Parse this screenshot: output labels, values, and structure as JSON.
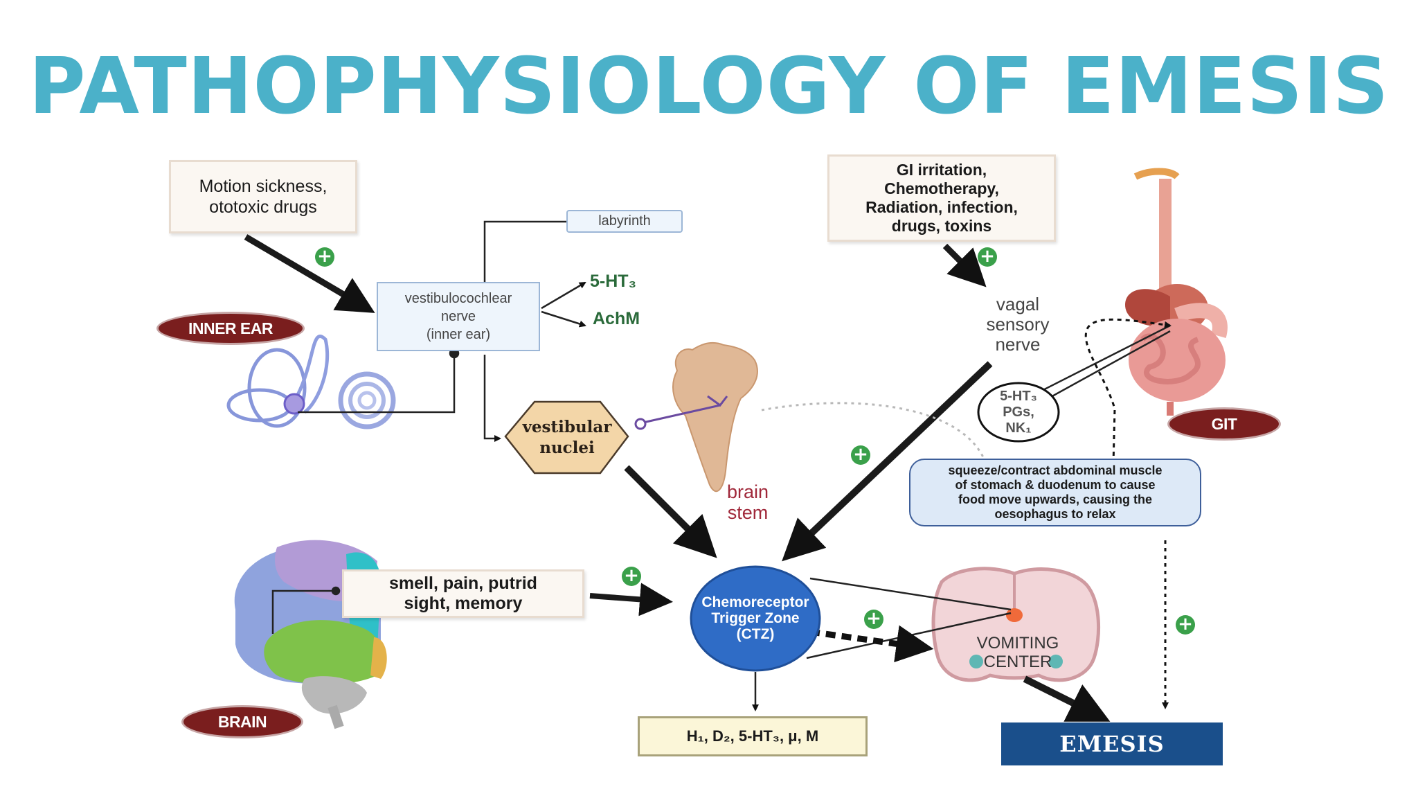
{
  "title": "PATHOPHYSIOLOGY OF EMESIS",
  "nodes": {
    "motion": "Motion sickness,\nototoxic drugs",
    "labyrinth": "labyrinth",
    "vestibulocochlear": "vestibulocochlear\nnerve\n(inner ear)",
    "ht3_top": "5-HT₃",
    "achm": "AchM",
    "vestibular_nuclei": "vestibular\nnuclei",
    "brain_stem": "brain\nstem",
    "gi": "GI irritation,\nChemotherapy,\nRadiation, infection,\ndrugs, toxins",
    "vagal": "vagal\nsensory\nnerve",
    "mediators": "5-HT₃\nPGs,\nNK₁",
    "squeeze": "squeeze/contract abdominal muscle\nof stomach & duodenum to cause\nfood move upwards, causing the\noesophagus to relax",
    "smell": "smell, pain, putrid\nsight, memory",
    "ctz": "Chemoreceptor\nTrigger Zone\n(CTZ)",
    "receptors": "H₁, D₂, 5-HT₃, μ, M",
    "vomiting": "VOMITING\nCENTER",
    "emesis": "EMESIS"
  },
  "badges": {
    "inner_ear": "INNER EAR",
    "git": "GIT",
    "brain": "BRAIN"
  },
  "plus_symbol": "+",
  "colors": {
    "title": "#4bb1c9",
    "badge": "#7a1e1e",
    "ctz": "#2f6cc6",
    "emesis": "#1a4f8b",
    "plus": "#3aa04a",
    "brain_stem_label": "#a0283a"
  },
  "icons": [
    "inner-ear-icon",
    "brain-stem-icon",
    "gi-tract-icon",
    "brain-icon",
    "brain-section-icon"
  ]
}
